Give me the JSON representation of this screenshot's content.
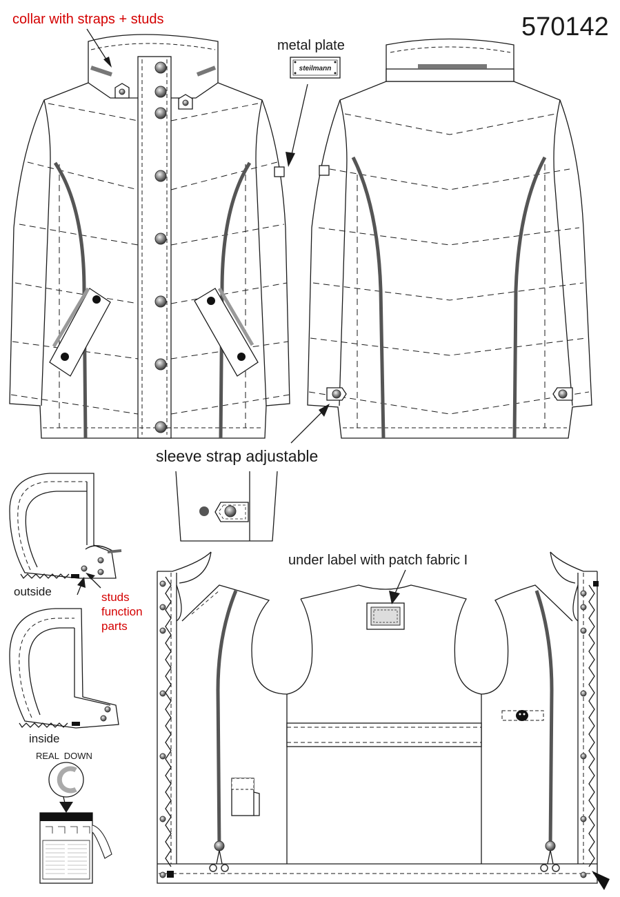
{
  "style_number": "570142",
  "callouts": {
    "collar": "collar with straps + studs",
    "metal_plate": "metal plate",
    "sleeve_strap": "sleeve strap adjustable",
    "under_label": "under label with patch fabric I",
    "outside": "outside",
    "studs_line1": "studs",
    "studs_line2": "function",
    "studs_line3": "parts",
    "inside": "inside",
    "real_down": "REAL  DOWN"
  },
  "plate_text": "steilmann",
  "colors": {
    "callout_red": "#d40000",
    "line": "#1a1a1a",
    "piping": "#555555",
    "collar_strap": "#808080"
  }
}
